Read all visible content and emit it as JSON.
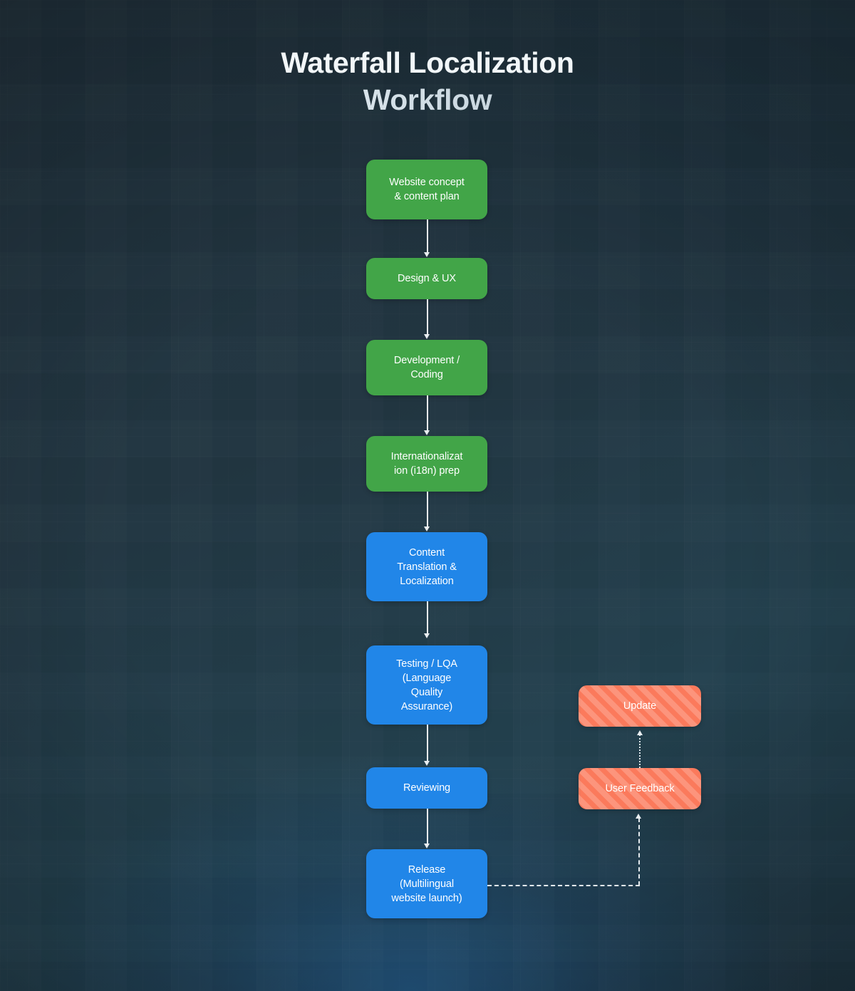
{
  "title": {
    "line1": "Waterfall Localization",
    "line2": "Workflow"
  },
  "colors": {
    "background": "#22323d",
    "glow": "#266eaf",
    "green": "#42a548",
    "blue": "#2186e8",
    "coral": "#fb7a5c",
    "connector": "#e9eef1",
    "text": "#ffffff"
  },
  "flow": {
    "main_nodes": [
      {
        "id": "website-concept",
        "label": "Website concept\n& content plan",
        "lines": [
          "Website concept",
          "& content plan"
        ],
        "type": "green"
      },
      {
        "id": "design-ux",
        "label": "Design & UX",
        "lines": [
          "Design & UX"
        ],
        "type": "green"
      },
      {
        "id": "development-coding",
        "label": "Development / Coding",
        "lines": [
          "Development /",
          "Coding"
        ],
        "type": "green"
      },
      {
        "id": "i18n-prep",
        "label": "Internationalization (i18n) prep",
        "lines": [
          "Internationalizat",
          "ion (i18n) prep"
        ],
        "type": "green"
      },
      {
        "id": "content-translation",
        "label": "Content Translation & Localization",
        "lines": [
          "Content",
          "Translation &",
          "Localization"
        ],
        "type": "blue"
      },
      {
        "id": "testing-lqa",
        "label": "Testing / LQA (Language Quality Assurance)",
        "lines": [
          "Testing / LQA",
          "(Language",
          "Quality",
          "Assurance)"
        ],
        "type": "blue"
      },
      {
        "id": "reviewing",
        "label": "Reviewing",
        "lines": [
          "Reviewing"
        ],
        "type": "blue"
      },
      {
        "id": "release",
        "label": "Release (Multilingual website launch)",
        "lines": [
          "Release",
          "(Multilingual",
          "website launch)"
        ],
        "type": "blue"
      }
    ],
    "feedback_nodes": [
      {
        "id": "update",
        "label": "Update",
        "lines": [
          "Update"
        ],
        "type": "coral"
      },
      {
        "id": "user-feedback",
        "label": "User Feedback",
        "lines": [
          "User Feedback"
        ],
        "type": "coral"
      }
    ],
    "connectors": [
      {
        "from": "website-concept",
        "to": "design-ux",
        "style": "solid-arrow",
        "direction": "down"
      },
      {
        "from": "design-ux",
        "to": "development-coding",
        "style": "solid-arrow",
        "direction": "down"
      },
      {
        "from": "development-coding",
        "to": "i18n-prep",
        "style": "solid-arrow",
        "direction": "down"
      },
      {
        "from": "i18n-prep",
        "to": "content-translation",
        "style": "solid-arrow",
        "direction": "down"
      },
      {
        "from": "content-translation",
        "to": "testing-lqa",
        "style": "solid-arrow",
        "direction": "down"
      },
      {
        "from": "testing-lqa",
        "to": "reviewing",
        "style": "solid-arrow",
        "direction": "down"
      },
      {
        "from": "reviewing",
        "to": "release",
        "style": "solid-arrow",
        "direction": "down"
      },
      {
        "from": "release",
        "to": "user-feedback",
        "style": "dashed-elbow",
        "direction": "right-up"
      },
      {
        "from": "user-feedback",
        "to": "update",
        "style": "dotted-arrow",
        "direction": "up"
      }
    ]
  }
}
